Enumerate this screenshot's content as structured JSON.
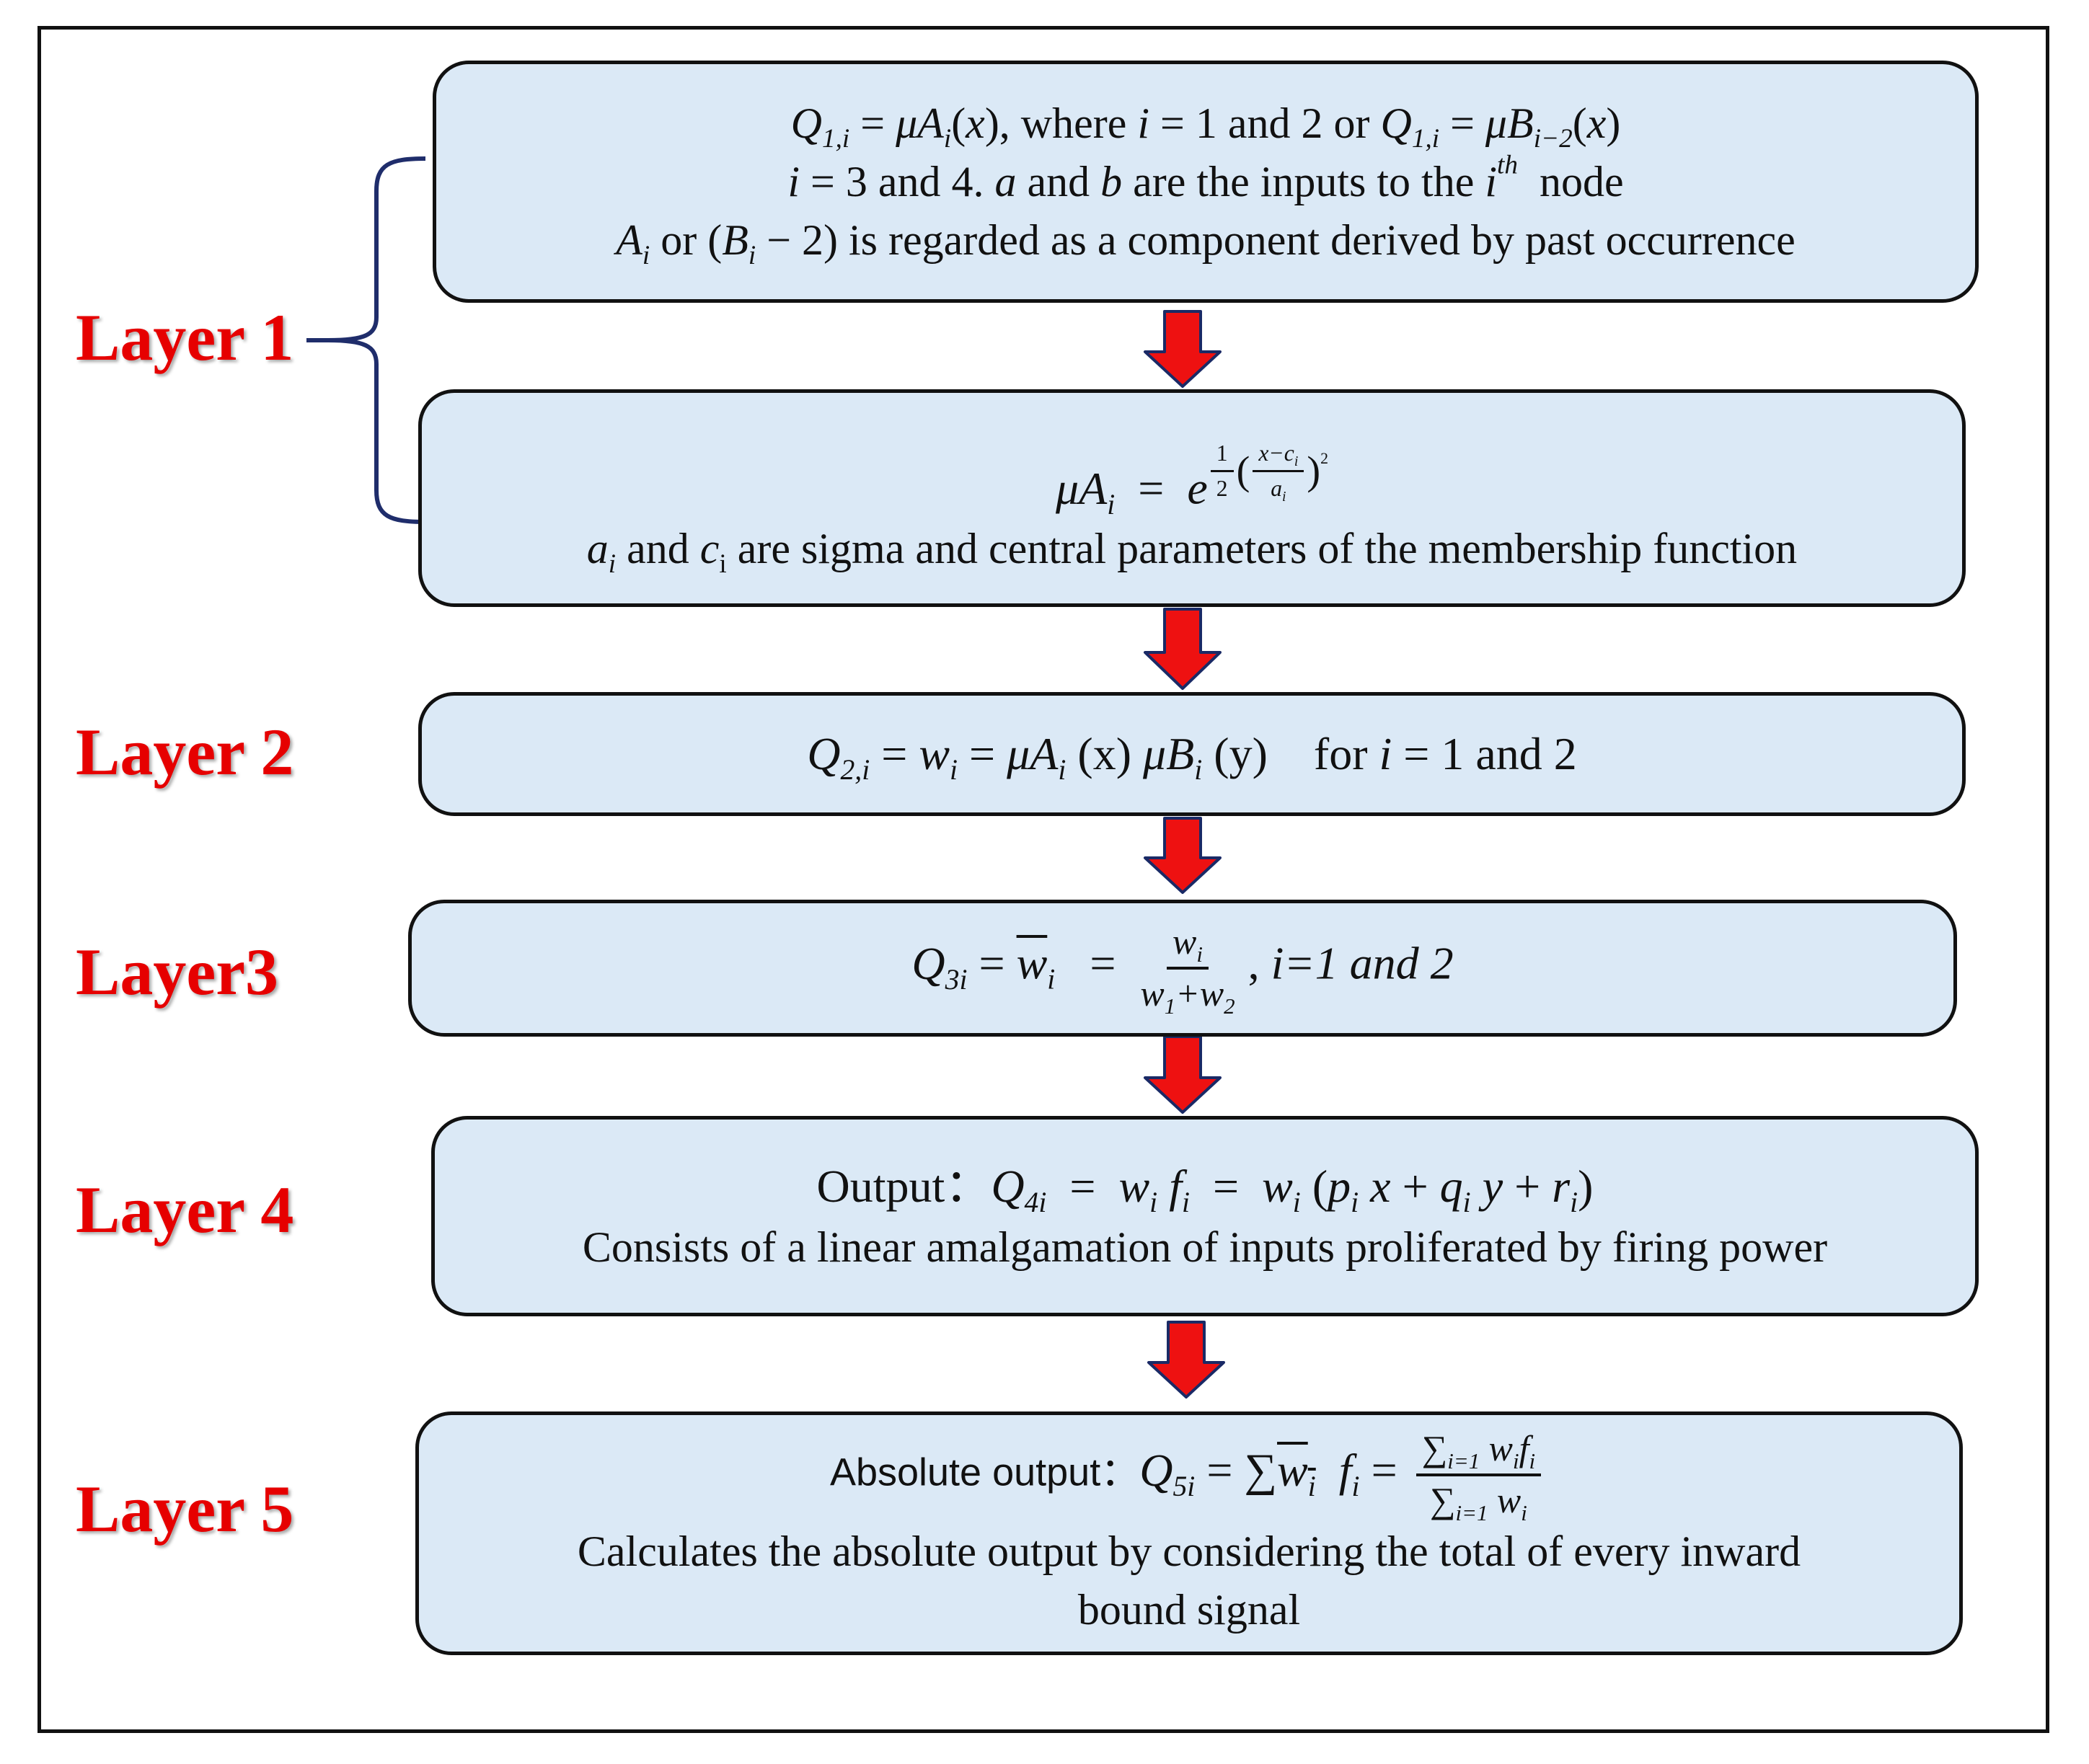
{
  "layers": {
    "l1": "Layer 1",
    "l2": "Layer 2",
    "l3": "Layer3",
    "l4": "Layer 4",
    "l5": "Layer 5"
  },
  "box1": {
    "line1_a": ", where ",
    "line1_b": " = 1 and 2 or ",
    "line2_a": " = 3 and 4.  ",
    "line2_b": " and ",
    "line2_c": " are the inputs to the ",
    "line2_d": " node",
    "line3_a": " or ",
    "line3_b": " is regarded as a component derived by past occurrence"
  },
  "box2": {
    "desc_a": " and ",
    "desc_b": " are sigma and central parameters of the membership function"
  },
  "box3": {
    "for_text": "for ",
    "tail": " = 1 and 2"
  },
  "box4": {
    "title": "Output：",
    "desc": "Consists of a linear amalgamation of inputs proliferated by firing power"
  },
  "box5": {
    "title": "Absolute output：",
    "desc1": "Calculates the absolute output by considering the total of every inward",
    "desc2": "bound signal"
  },
  "colors": {
    "box_fill": "#dbe9f6",
    "arrow": "#ee1111",
    "layer_label": "#e60000",
    "brace": "#1f2d6b"
  }
}
